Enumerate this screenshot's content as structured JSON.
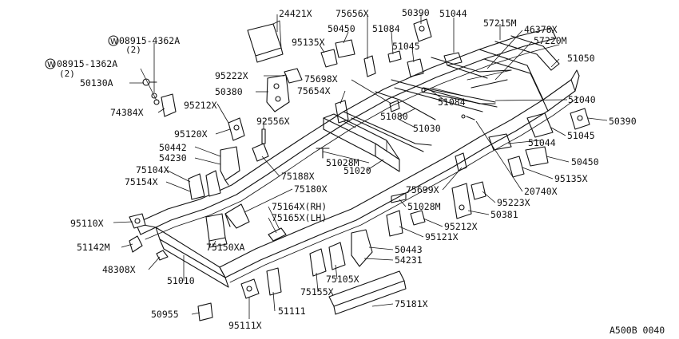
{
  "labels": {
    "l24421x": "24421X",
    "l75656x": "75656X",
    "l50390_top": "50390",
    "l51044_top": "51044",
    "l57215m": "57215M",
    "l46378x": "46378X",
    "l57220m": "57220M",
    "l51050": "51050",
    "l08915_4362a": "08915-4362A",
    "l08915_4362a_qty": "(2)",
    "l08915_1362a": "08915-1362A",
    "l08915_1362a_qty": "(2)",
    "l50450_top": "50450",
    "l51084_top": "51084",
    "l95135x_top": "95135X",
    "l51045_top": "51045",
    "l50130a": "50130A",
    "l95222x": "95222X",
    "l75698x": "75698X",
    "l50380": "50380",
    "l75654x": "75654X",
    "l51084_mid": "51084",
    "l51040": "51040",
    "l74384x": "74384X",
    "l95212x_left": "95212X",
    "l92556x": "92556X",
    "l51080": "51080",
    "l50390_right": "50390",
    "l51030": "51030",
    "l95120x": "95120X",
    "l51045_right": "51045",
    "l51044_right": "51044",
    "l50442": "50442",
    "l54230": "54230",
    "l51028m_top": "51028M",
    "l50450_right": "50450",
    "l75104x": "75104X",
    "l51020": "51020",
    "l95135x_right": "95135X",
    "l75154x": "75154X",
    "l75188x": "75188X",
    "l20740x": "20740X",
    "l75180x": "75180X",
    "l75699x": "75699X",
    "l95223x": "95223X",
    "l75164x": "75164X(RH)",
    "l51028m_mid": "51028M",
    "l50381": "50381",
    "l75165x": "75165X(LH)",
    "l95110x": "95110X",
    "l95212x_right": "95212X",
    "l95121x": "95121X",
    "l51142m": "51142M",
    "l75150xa": "75150XA",
    "l50443": "50443",
    "l54231": "54231",
    "l48308x": "48308X",
    "l75105x": "75105X",
    "l51010": "51010",
    "l75155x": "75155X",
    "l51111": "51111",
    "l75181x": "75181X",
    "l50955": "50955",
    "l95111x": "95111X"
  },
  "washer_symbol": "W",
  "diagram_code": "A500B 0040"
}
